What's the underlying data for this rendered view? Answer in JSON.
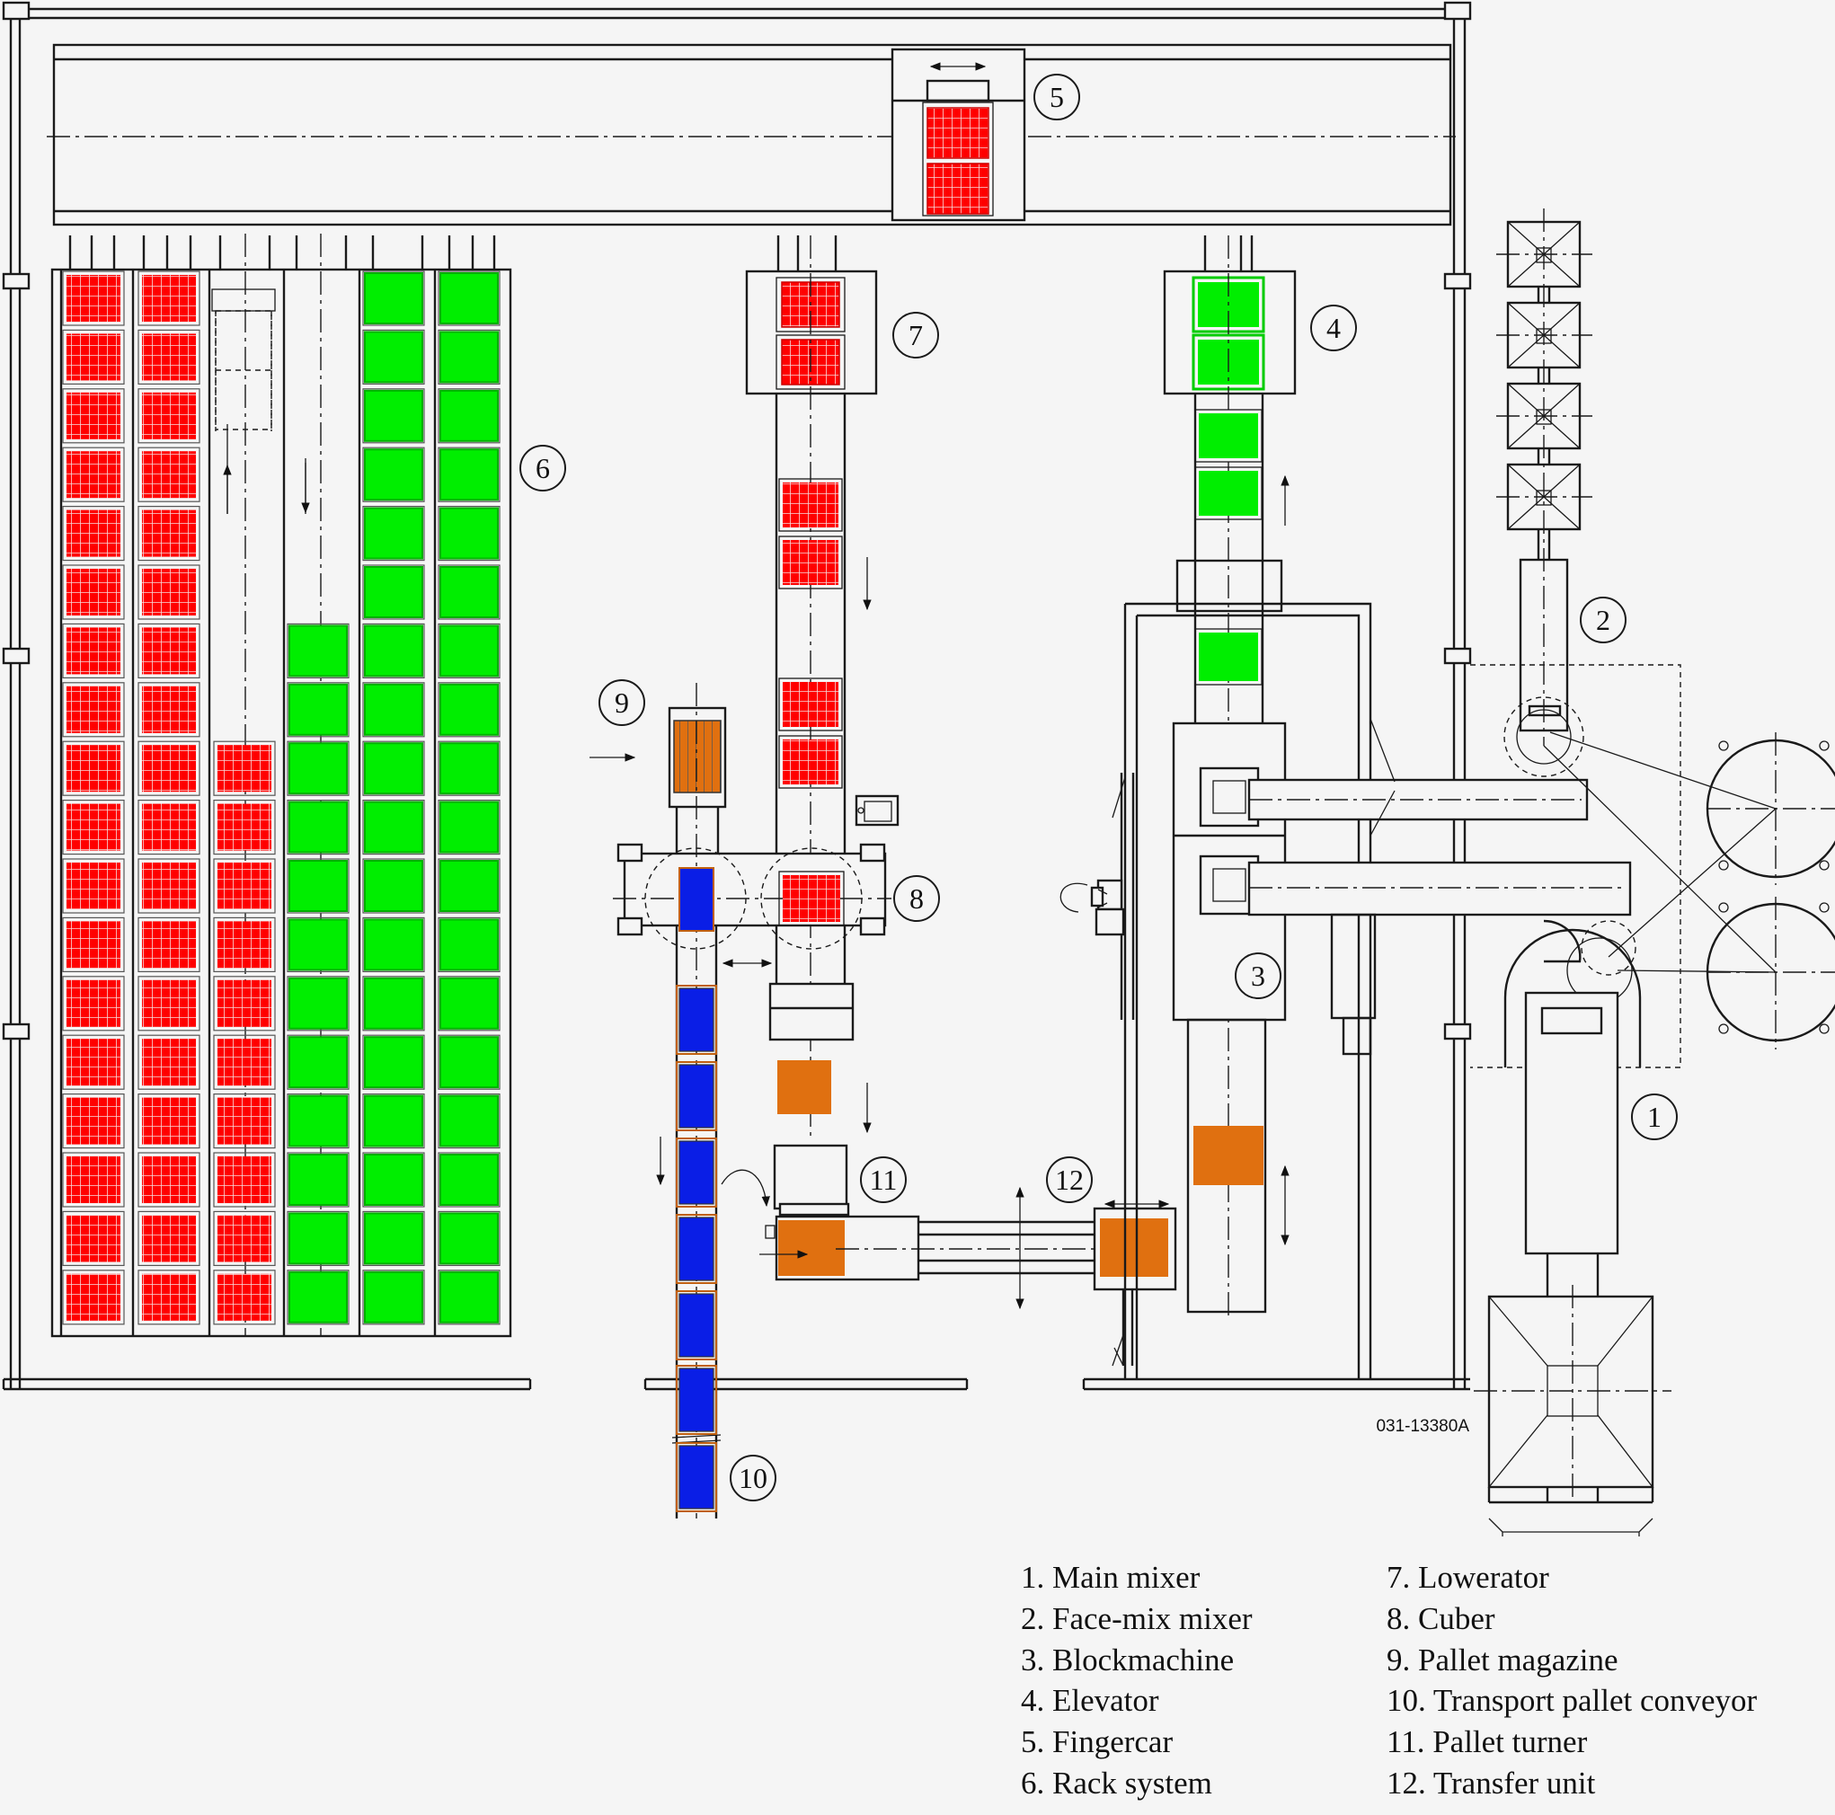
{
  "callouts": [
    "5",
    "7",
    "4",
    "6",
    "2",
    "9",
    "8",
    "3",
    "1",
    "11",
    "12",
    "10"
  ],
  "drawing_code": "031-13380A",
  "legend": {
    "left": [
      "1. Main mixer",
      "2. Face-mix mixer",
      "3. Blockmachine",
      "4. Elevator",
      "5. Fingercar",
      "6. Rack system"
    ],
    "right": [
      "7. Lowerator",
      "8. Cuber",
      "9. Pallet magazine",
      "10. Transport pallet conveyor",
      "11. Pallet turner",
      "12. Transfer unit"
    ]
  },
  "colors": {
    "cured_blocks": "#ff0000",
    "green_blocks": "#00ee00",
    "transport_pallets": "#0a1ee6",
    "production_boards": "#e07010",
    "line": "#1a1a1a",
    "background": "#f5f5f5"
  }
}
